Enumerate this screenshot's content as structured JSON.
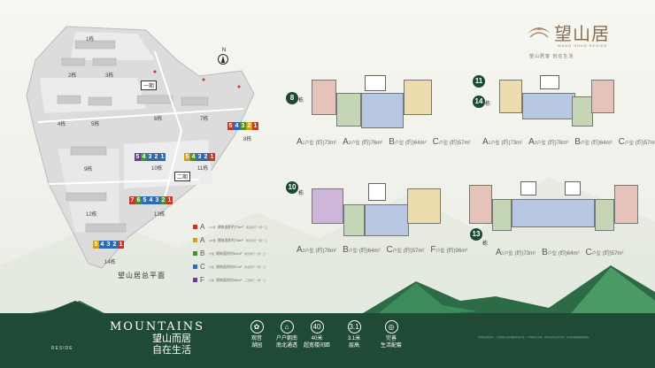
{
  "logo": {
    "name": "望山居",
    "en": "WANG SHAN RESIDE",
    "slogan": "望山居客   自在生活"
  },
  "site_plan": {
    "title": "望山居总平面",
    "north": "N",
    "buildings": [
      "1栋",
      "2栋",
      "3栋",
      "4栋",
      "5栋",
      "6栋",
      "7栋",
      "8栋",
      "9栋",
      "10栋",
      "11栋",
      "12栋",
      "13栋",
      "14栋"
    ],
    "gates": [
      "一期",
      "二期"
    ],
    "chips_8": [
      "5",
      "4",
      "3",
      "2",
      "1"
    ],
    "chips_10": [
      "5",
      "4",
      "3",
      "2",
      "1"
    ],
    "chips_11": [
      "5",
      "4",
      "3",
      "2",
      "1"
    ],
    "chips_13": [
      "7",
      "6",
      "5",
      "4",
      "3",
      "2",
      "1"
    ],
    "chips_14": [
      "5",
      "4",
      "3",
      "2",
      "1"
    ]
  },
  "legend": [
    {
      "type": "A",
      "sub": "1户型",
      "area": "建筑面积约73m²",
      "desc": "两室两厅一厨一卫",
      "color": "#c0392b"
    },
    {
      "type": "A",
      "sub": "3户型",
      "area": "建筑面积约76m²",
      "desc": "两室两厅一厨一卫",
      "color": "#d4a017"
    },
    {
      "type": "B",
      "sub": "户型",
      "area": "建筑面积约64m²",
      "desc": "两室两厅一厨一卫",
      "color": "#4b8a3c"
    },
    {
      "type": "C",
      "sub": "户型",
      "area": "建筑面积约57m²",
      "desc": "两室两厅一厨一卫",
      "color": "#2e6bb0"
    },
    {
      "type": "F",
      "sub": "户型",
      "area": "建筑面积约96m²",
      "desc": "三室两厅一厨一卫",
      "color": "#6a3d8f"
    }
  ],
  "plans": {
    "p8": {
      "num": "8",
      "dong": "栋",
      "types": [
        {
          "big": "A",
          "sub": "1户型",
          "area": "(约)73m²"
        },
        {
          "big": "A",
          "sub": "3户型",
          "area": "(约)76m²"
        },
        {
          "big": "B",
          "sub": "户型",
          "area": "(约)64m²"
        },
        {
          "big": "C",
          "sub": "户型",
          "area": "(约)57m²"
        }
      ]
    },
    "p11": {
      "num1": "11",
      "num2": "14",
      "dong": "栋",
      "types": [
        {
          "big": "A",
          "sub": "1户型",
          "area": "(约)73m²"
        },
        {
          "big": "A",
          "sub": "3户型",
          "area": "(约)76m²"
        },
        {
          "big": "B",
          "sub": "户型",
          "area": "(约)64m²"
        },
        {
          "big": "C",
          "sub": "户型",
          "area": "(约)57m²"
        }
      ]
    },
    "p10": {
      "num": "10",
      "dong": "栋",
      "types": [
        {
          "big": "A",
          "sub": "3户型",
          "area": "(约)76m²"
        },
        {
          "big": "B",
          "sub": "户型",
          "area": "(约)64m²"
        },
        {
          "big": "C",
          "sub": "户型",
          "area": "(约)57m²"
        },
        {
          "big": "F",
          "sub": "户型",
          "area": "(约)96m²"
        }
      ]
    },
    "p13": {
      "num": "13",
      "dong": "栋",
      "types": [
        {
          "big": "A",
          "sub": "1户型",
          "area": "(约)73m²"
        },
        {
          "big": "B",
          "sub": "户型",
          "area": "(约)64m²"
        },
        {
          "big": "C",
          "sub": "户型",
          "area": "(约)57m²"
        }
      ]
    }
  },
  "footer": {
    "mountains": "MOUNTAINS",
    "reside": "RESIDE",
    "slogan_line1": "望山而居",
    "slogan_line2": "自在生活",
    "features": [
      {
        "icon": "✿",
        "line1": "观音",
        "line2": "湖园"
      },
      {
        "icon": "⌂",
        "line1": "户户朝南",
        "line2": "南北通透"
      },
      {
        "icon": "40",
        "line1": "40米",
        "line2": "超宽楼间距"
      },
      {
        "icon": "3.1",
        "line1": "3.1米",
        "line2": "层高"
      },
      {
        "icon": "◎",
        "line1": "完善",
        "line2": "生活配套"
      }
    ],
    "disclaimer": "本资料仅供参考，户型面积以政府最终审批为准，户型图仅为示意，具体以实际交付为准，开发商保留最终解释权。"
  },
  "colors": {
    "A1": "#c0392b",
    "A3": "#d4a017",
    "B": "#4b8a3c",
    "C": "#2e6bb0",
    "F": "#6a3d8f",
    "footer": "#1f4a35"
  }
}
